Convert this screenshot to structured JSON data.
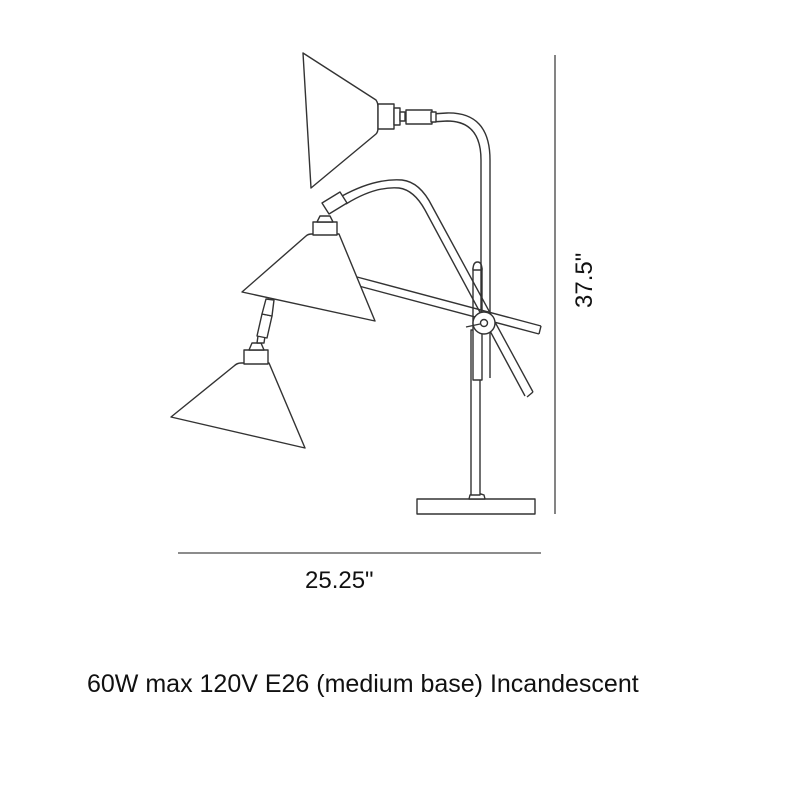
{
  "diagram": {
    "subject": "Adjustable table lamp line drawing with three shade positions",
    "dimensions": {
      "width": "25.25\"",
      "height": "37.5\""
    },
    "spec_text": "60W max 120V E26 (medium base) Incandescent",
    "colors": {
      "background": "#ffffff",
      "line": "#333333",
      "dimension_line": "#666666",
      "text": "#111111"
    }
  }
}
